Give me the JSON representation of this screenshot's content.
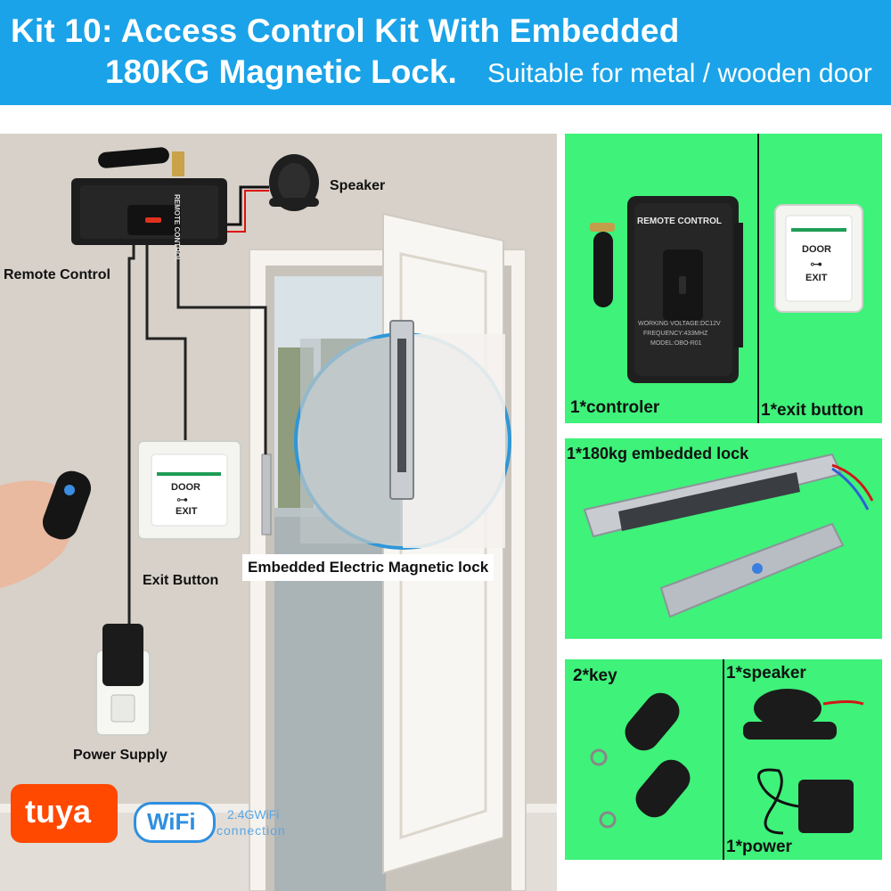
{
  "header": {
    "line1": "Kit 10: Access Control Kit With Embedded",
    "line2": "180KG Magnetic Lock.",
    "subtitle": "Suitable for metal / wooden door"
  },
  "scene": {
    "labels": {
      "speaker": "Speaker",
      "remote_control": "Remote Control",
      "exit_button": "Exit Button",
      "embedded_lock": "Embedded Electric Magnetic lock",
      "power_supply": "Power Supply"
    },
    "controller_text": "REMOTE CONTROL",
    "exit_plate": {
      "door": "DOOR",
      "exit": "EXIT"
    },
    "logos": {
      "tuya": "tuya",
      "wifi": "WiFi",
      "wifi_line1": "2.4GWiFi",
      "wifi_line2": "connection"
    }
  },
  "panels": {
    "controller": {
      "label": "1*controler",
      "device_title": "REMOTE CONTROL",
      "spec1": "WORKING VOLTAGE:DC12V",
      "spec2": "FREQUENCY:433MHZ",
      "spec3": "MODEL:OBO-R01"
    },
    "exit_button": {
      "label": "1*exit button",
      "door": "DOOR",
      "exit": "EXIT"
    },
    "lock": {
      "label": "1*180kg embedded lock"
    },
    "keys": {
      "label": "2*key"
    },
    "speaker": {
      "label": "1*speaker"
    },
    "power": {
      "label": "1*power"
    }
  },
  "colors": {
    "header_bg": "#1aa3e8",
    "panel_bg": "#3ef27a",
    "wall": "#d7d1c9",
    "tuya_bg": "#ff4800",
    "wifi_blue": "#2f8fe0"
  }
}
